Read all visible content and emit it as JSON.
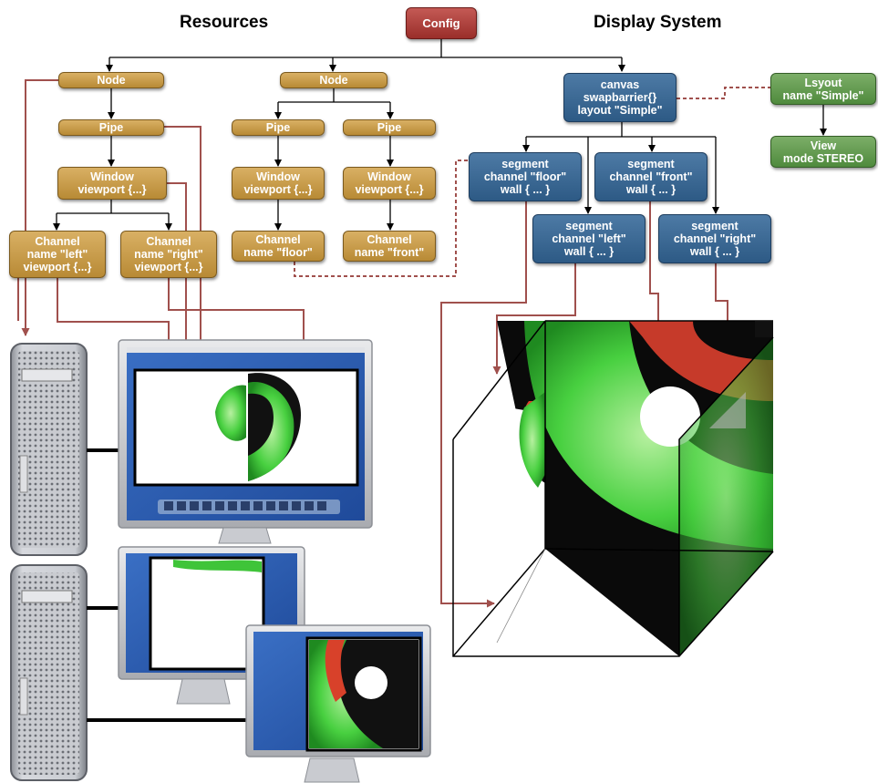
{
  "headings": {
    "resources": "Resources",
    "display_system": "Display System"
  },
  "boxes": {
    "config": [
      "Config"
    ],
    "node1": [
      "Node"
    ],
    "pipe1": [
      "Pipe"
    ],
    "window1": [
      "Window",
      "viewport {...}"
    ],
    "channel_left": [
      "Channel",
      "name \"left\"",
      "viewport {...}"
    ],
    "channel_right": [
      "Channel",
      "name \"right\"",
      "viewport {...}"
    ],
    "node2": [
      "Node"
    ],
    "pipe2": [
      "Pipe"
    ],
    "pipe3": [
      "Pipe"
    ],
    "window2": [
      "Window",
      "viewport {...}"
    ],
    "window3": [
      "Window",
      "viewport {...}"
    ],
    "channel_floor": [
      "Channel",
      "name \"floor\""
    ],
    "channel_front": [
      "Channel",
      "name \"front\""
    ],
    "canvas": [
      "canvas",
      "swapbarrier{}",
      "layout \"Simple\""
    ],
    "segment_floor": [
      "segment",
      "channel \"floor\"",
      "wall { ... }"
    ],
    "segment_front": [
      "segment",
      "channel \"front\"",
      "wall { ... }"
    ],
    "segment_left": [
      "segment",
      "channel \"left\"",
      "wall { ... }"
    ],
    "segment_right": [
      "segment",
      "channel \"right\"",
      "wall { ... }"
    ],
    "layout": [
      "Lsyout",
      "name \"Simple\""
    ],
    "view": [
      "View",
      "mode STEREO"
    ]
  },
  "colors": {
    "config": "#a83a35",
    "resource": "#c89b48",
    "display": "#3a6792",
    "layout": "#5f9a4c",
    "connector": "#a0504d",
    "tree_line": "#000000"
  }
}
